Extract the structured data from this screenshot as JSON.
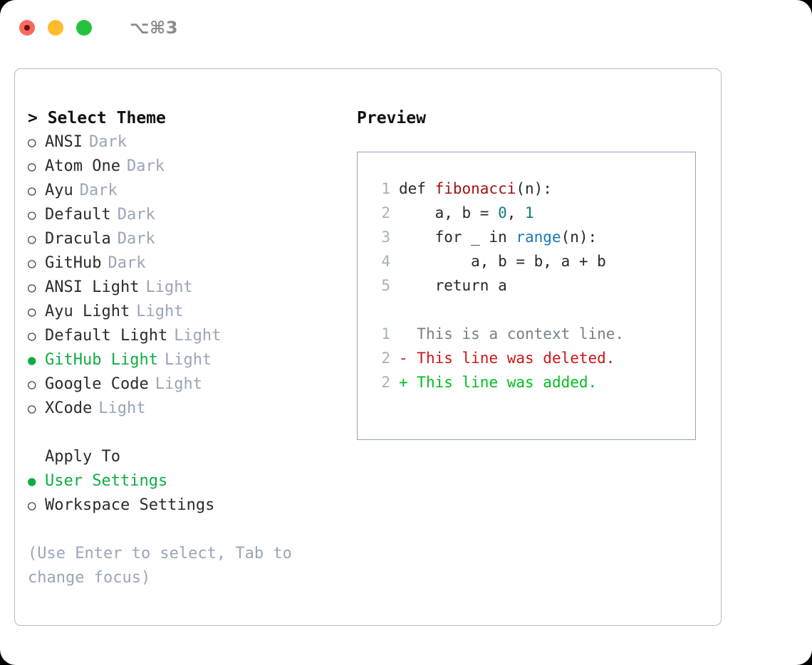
{
  "titlebar": {
    "shortcut": "⌥⌘3",
    "lights": [
      "close",
      "minimize",
      "zoom"
    ]
  },
  "theme_picker": {
    "heading": "> Select Theme",
    "bullet_unselected": "○",
    "bullet_selected": "●",
    "items": [
      {
        "label": "ANSI",
        "badge": "Dark",
        "selected": false
      },
      {
        "label": "Atom One",
        "badge": "Dark",
        "selected": false
      },
      {
        "label": "Ayu",
        "badge": "Dark",
        "selected": false
      },
      {
        "label": "Default",
        "badge": "Dark",
        "selected": false
      },
      {
        "label": "Dracula",
        "badge": "Dark",
        "selected": false
      },
      {
        "label": "GitHub",
        "badge": "Dark",
        "selected": false
      },
      {
        "label": "ANSI Light",
        "badge": "Light",
        "selected": false
      },
      {
        "label": "Ayu Light",
        "badge": "Light",
        "selected": false
      },
      {
        "label": "Default Light",
        "badge": "Light",
        "selected": false
      },
      {
        "label": "GitHub Light",
        "badge": "Light",
        "selected": true
      },
      {
        "label": "Google Code",
        "badge": "Light",
        "selected": false
      },
      {
        "label": "XCode",
        "badge": "Light",
        "selected": false
      }
    ]
  },
  "apply_to": {
    "heading": "Apply To",
    "items": [
      {
        "label": "User Settings",
        "selected": true
      },
      {
        "label": "Workspace Settings",
        "selected": false
      }
    ]
  },
  "hint": {
    "line1": "(Use Enter to select, Tab to",
    "line2": "change focus)"
  },
  "preview": {
    "title": "Preview",
    "code_lines": [
      {
        "number": "1",
        "parts": [
          {
            "text": "def ",
            "token": "plain"
          },
          {
            "text": "fibonacci",
            "token": "fn"
          },
          {
            "text": "(n):",
            "token": "plain"
          }
        ]
      },
      {
        "number": "2",
        "parts": [
          {
            "text": "    a, b = ",
            "token": "plain"
          },
          {
            "text": "0",
            "token": "num"
          },
          {
            "text": ", ",
            "token": "plain"
          },
          {
            "text": "1",
            "token": "num"
          }
        ]
      },
      {
        "number": "3",
        "parts": [
          {
            "text": "    for _ in ",
            "token": "plain"
          },
          {
            "text": "range",
            "token": "call"
          },
          {
            "text": "(n):",
            "token": "plain"
          }
        ]
      },
      {
        "number": "4",
        "parts": [
          {
            "text": "        a, b = b, a + b",
            "token": "plain"
          }
        ]
      },
      {
        "number": "5",
        "parts": [
          {
            "text": "    return a",
            "token": "plain"
          }
        ]
      }
    ],
    "diff_lines": [
      {
        "number": "1",
        "marker": "  ",
        "text": "This is a context line.",
        "kind": "ctx"
      },
      {
        "number": "2",
        "marker": "- ",
        "text": "This line was deleted.",
        "kind": "del"
      },
      {
        "number": "2",
        "marker": "+ ",
        "text": "This line was added.",
        "kind": "add"
      }
    ]
  },
  "colors": {
    "accent_green": "#11ab45",
    "badge_gray": "#9aa5b8",
    "panel_border": "#b3bdcc",
    "code_border": "#94a3b5",
    "diff_delete": "#cc1515",
    "diff_add": "#00bd21",
    "syntax_function": "#a01111",
    "syntax_number": "#0d7d7d",
    "syntax_call": "#1878b5",
    "light_red": "#f9695f",
    "light_amber": "#fbbd2e",
    "light_green": "#24c33d"
  }
}
